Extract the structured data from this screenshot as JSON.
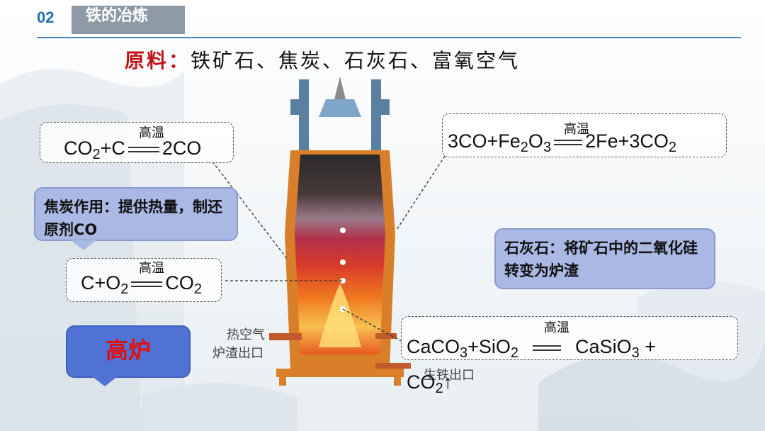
{
  "header": {
    "section_number": "02",
    "title": "铁的冶炼"
  },
  "materials": {
    "label": "原料：",
    "text": "铁矿石、焦炭、石灰石、富氧空气"
  },
  "equations": {
    "co2_c": {
      "l1": "CO",
      "l1s": "2",
      "l2": "+C",
      "cond": "高温",
      "r": "2CO"
    },
    "co_fe2o3": {
      "l1": "3CO+Fe",
      "l1s": "2",
      "l2": "O",
      "l2s": "3",
      "cond": "高温",
      "r1": "2Fe+3CO",
      "r1s": "2"
    },
    "c_o2": {
      "l1": "C+O",
      "l1s": "2",
      "cond": "高温",
      "r1": "CO",
      "r1s": "2"
    },
    "caco3": {
      "l1": "CaCO",
      "l1s": "3",
      "l2": "+SiO",
      "l2s": "2",
      "cond": "高温",
      "r1": "CaSiO",
      "r1s": "3",
      "r2": " +",
      "r3": "CO",
      "r3s": "2",
      "arrow": "↑"
    }
  },
  "callouts": {
    "coke": "焦炭作用：提供热量，制还原剂CO",
    "limestone": "石灰石：将矿石中的二氧化硅转变为炉渣"
  },
  "furnace": {
    "label": "高炉",
    "hot_air": "热空气",
    "slag_outlet": "炉渣出口",
    "iron_outlet": "生铁出口"
  },
  "colors": {
    "accent": "#1f6fb5",
    "title_bg": "#8e9aa6",
    "red": "#c0141c",
    "callout_bg": "#a9b9e3",
    "gaolu_bg": "#4f72d4"
  }
}
